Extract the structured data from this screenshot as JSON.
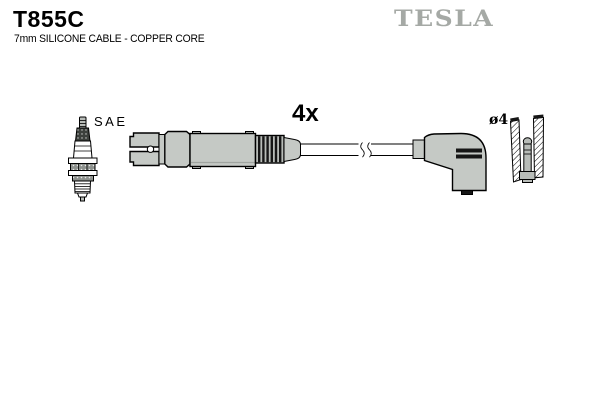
{
  "header": {
    "part_number": "T855C",
    "description": "7mm SILICONE CABLE - COPPER CORE",
    "brand_logo": "TESLA"
  },
  "diagram": {
    "quantity_label": "4x",
    "plug_standard_label": "SAE",
    "terminal_diameter_label": "ø4",
    "parts": [
      {
        "name": "spark-plug"
      },
      {
        "name": "distributor-end-connector"
      },
      {
        "name": "ignition-cable"
      },
      {
        "name": "angled-spark-plug-boot"
      },
      {
        "name": "terminal-sleeve-cross-section"
      }
    ]
  },
  "colors": {
    "background": "#ffffff",
    "text": "#000000",
    "brand_gray": "#a5a9a5",
    "part_fill": "#c5c9c5",
    "part_fill_dark": "#8d918d",
    "detail_black": "#161616"
  }
}
